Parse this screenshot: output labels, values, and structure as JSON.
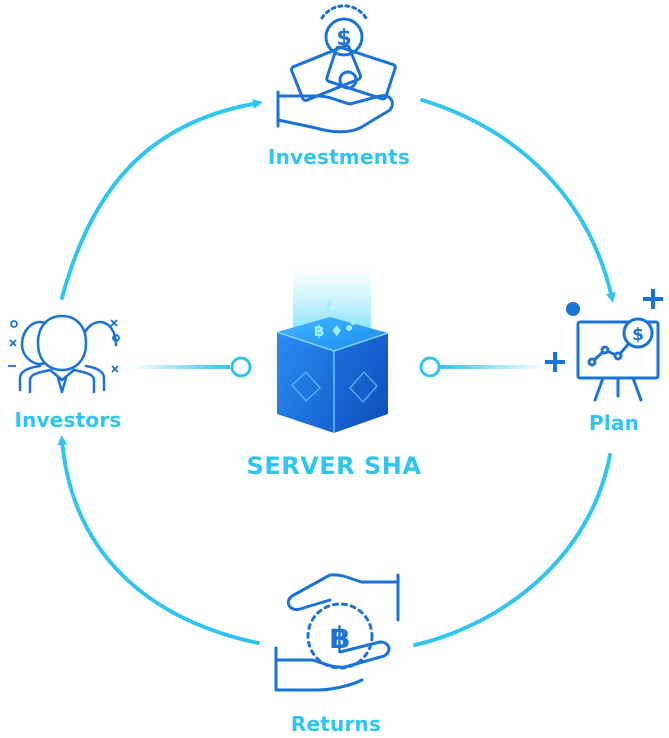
{
  "center": {
    "title": "SERVER SHA"
  },
  "nodes": {
    "investments": {
      "label": "Investments",
      "icon": "money-hand-icon"
    },
    "plan": {
      "label": "Plan",
      "icon": "presentation-chart-icon"
    },
    "returns": {
      "label": "Returns",
      "icon": "bitcoin-exchange-hands-icon"
    },
    "investors": {
      "label": "Investors",
      "icon": "people-group-icon"
    }
  },
  "colors": {
    "accent": "#2ec6f0",
    "icon_blue": "#1a73d9",
    "cube_blue": "#1f7fe8"
  }
}
